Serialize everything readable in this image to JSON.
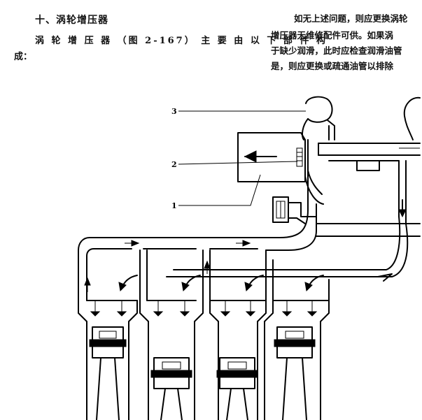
{
  "text": {
    "section_heading": "十、涡轮增压器",
    "left_line_1": "涡 轮 增 压 器 （图 2-167） 主 要 由 以 下 部 件 构",
    "left_line_2": "成：",
    "right_line_1": "如无上述问题，则应更换涡轮",
    "right_line_2": "增压器无维修配件可供。如果涡",
    "right_line_3": "于缺少润滑，此时应检查润滑油管",
    "right_line_4": "是，则应更换或疏通油管以排除"
  },
  "diagram": {
    "callouts": [
      "3",
      "2",
      "1"
    ]
  }
}
